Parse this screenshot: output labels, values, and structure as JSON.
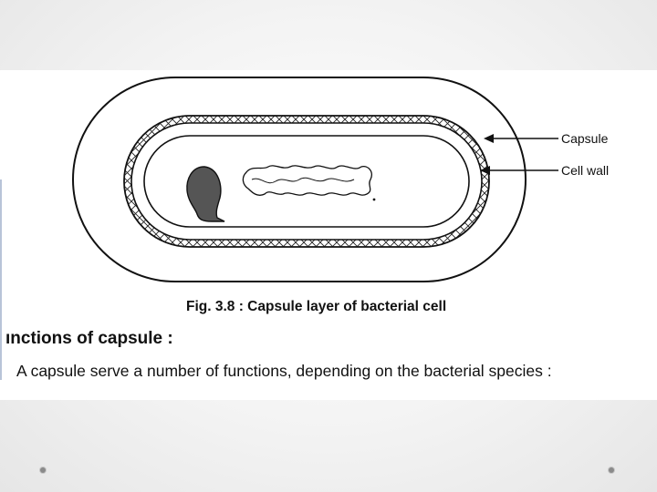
{
  "figure": {
    "labels": {
      "capsule": "Capsule",
      "cell_wall": "Cell wall"
    },
    "caption": "Fig. 3.8 : Capsule layer of bacterial cell"
  },
  "section": {
    "heading": "ınctions of capsule :",
    "body": "A capsule serve a number of functions, depending on the bacterial species  :"
  },
  "colors": {
    "ink": "#111111",
    "slide_background": "#f3f3f3"
  }
}
